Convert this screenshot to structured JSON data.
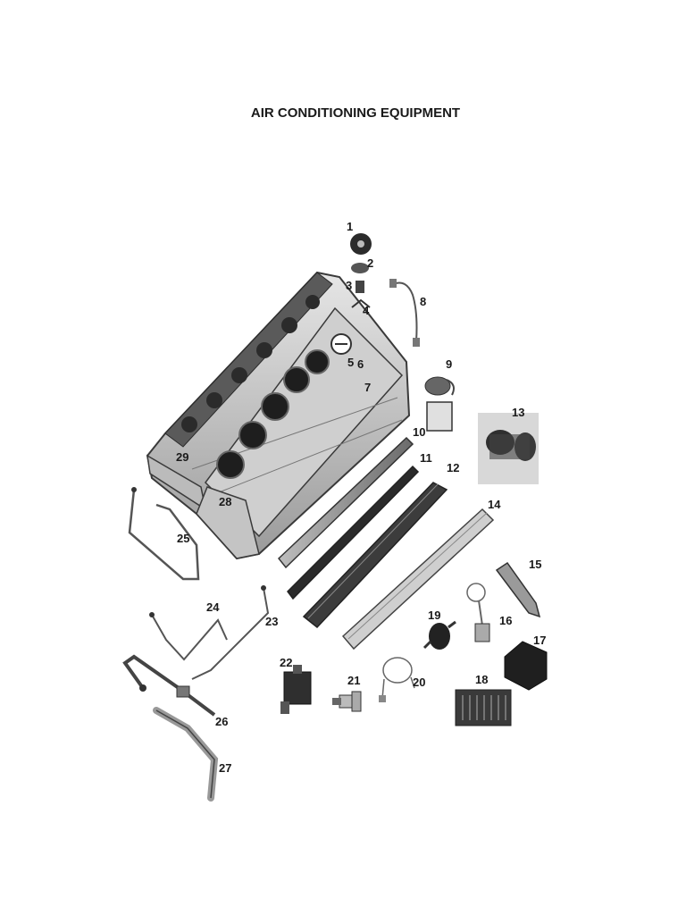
{
  "title": "AIR CONDITIONING EQUIPMENT",
  "colors": {
    "part_dark": "#2b2b2b",
    "part_mid": "#8c8c8c",
    "part_light": "#d9d9d9",
    "outline": "#3a3a3a"
  },
  "parts": [
    {
      "number": "1",
      "icon": "fan-impeller-icon"
    },
    {
      "number": "2",
      "icon": "fan-blade-icon"
    },
    {
      "number": "3",
      "icon": "motor-mount-icon"
    },
    {
      "number": "4",
      "icon": "bracket-icon"
    },
    {
      "number": "5",
      "icon": "vent-grille-icon"
    },
    {
      "number": "6",
      "icon": ""
    },
    {
      "number": "7",
      "icon": "ceiling-unit-housing-icon"
    },
    {
      "number": "8",
      "icon": "sensor-probe-icon"
    },
    {
      "number": "9",
      "icon": "actuator-motor-icon"
    },
    {
      "number": "10",
      "icon": "rail-icon"
    },
    {
      "number": "11",
      "icon": "rail-icon"
    },
    {
      "number": "12",
      "icon": "air-duct-icon"
    },
    {
      "number": "13",
      "icon": "blower-unit-icon"
    },
    {
      "number": "14",
      "icon": "cover-strip-icon"
    },
    {
      "number": "15",
      "icon": "mounting-bracket-icon"
    },
    {
      "number": "16",
      "icon": "expansion-valve-icon"
    },
    {
      "number": "17",
      "icon": "control-module-icon"
    },
    {
      "number": "18",
      "icon": "control-panel-icon"
    },
    {
      "number": "19",
      "icon": "receiver-drier-icon"
    },
    {
      "number": "20",
      "icon": "wire-harness-icon"
    },
    {
      "number": "21",
      "icon": "pressure-switch-icon"
    },
    {
      "number": "22",
      "icon": "relay-box-icon"
    },
    {
      "number": "23",
      "icon": "refrigerant-line-icon"
    },
    {
      "number": "24",
      "icon": "refrigerant-line-icon"
    },
    {
      "number": "25",
      "icon": "refrigerant-hose-icon"
    },
    {
      "number": "26",
      "icon": "hose-assembly-icon"
    },
    {
      "number": "27",
      "icon": "hose-pipe-icon"
    },
    {
      "number": "28",
      "icon": "end-cap-icon"
    },
    {
      "number": "29",
      "icon": "end-cap-icon"
    }
  ]
}
